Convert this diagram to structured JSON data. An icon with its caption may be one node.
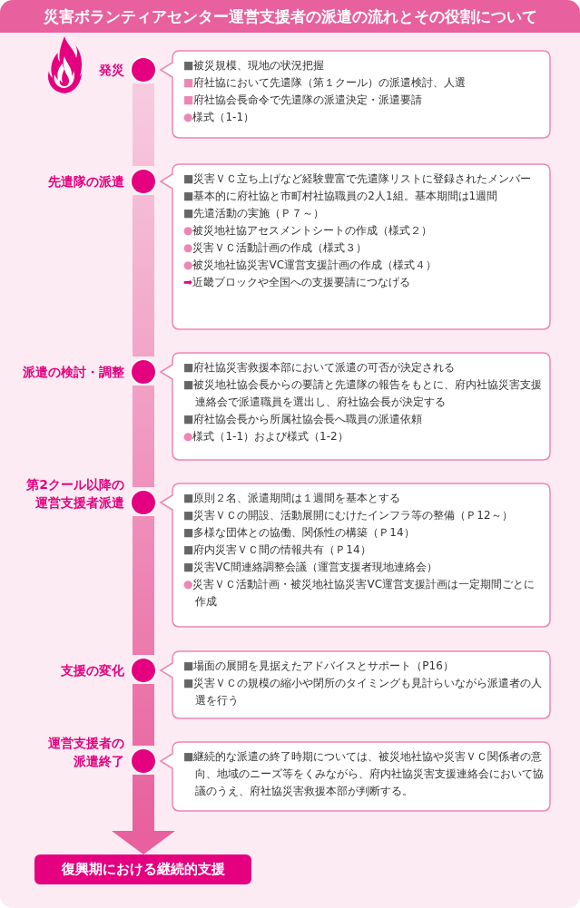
{
  "diagram": {
    "title": "災害ボランティアセンター運営支援者の派遣の流れとその役割について",
    "nodes": [
      {
        "text": [],
        "shape": "circle",
        "beside": [
          "発災"
        ]
      },
      {
        "text": [
          "■被災規模、現地の状況把握",
          "■府社協において先遣隊（第１クール）の派遣検討、人選",
          "■府社協会長命令で先遣隊の派遣決定・派遣要請",
          "●様式（1-1）"
        ]
      },
      {
        "text": [],
        "shape": "circle",
        "beside": [
          "先遣隊の派遣"
        ]
      },
      {
        "text": [
          "■災害ＶＣ立ち上げなど経験豊富で先遣隊リストに登録されたメンバー",
          "■基本的に府社協と市町村社協職員の2人1組。基本期間は1週間",
          "■先遣活動の実施（Ｐ７～）",
          "●被災地社協アセスメントシートの作成（様式２）",
          "●災害ＶＣ活動計画の作成（様式３）",
          "●被災地社協災害VC運営支援計画の作成（様式４）",
          "➡近畿ブロックや全国への支援要請につなげる"
        ]
      },
      {
        "text": [],
        "shape": "circle",
        "beside": [
          "派遣の検討・調整"
        ]
      },
      {
        "text": [
          "■府社協災害救援本部において派遣の可否が決定される",
          "■被災地社協会長からの要請と先遣隊の報告をもとに、府内社協災害支援連絡会で派遣職員を選出し、府社協会長が決定する",
          "■府社協会長から所属社協会長へ職員の派遣依頼",
          "●様式（1-1）および様式（1-2）"
        ]
      },
      {
        "text": [],
        "shape": "circle",
        "beside": [
          "第2クール以降の運営支援者派遣"
        ]
      },
      {
        "text": [
          "■原則２名、派遣期間は１週間を基本とする",
          "■災害ＶＣの開設、活動展開にむけたインフラ等の整備（Ｐ12～）",
          "■多様な団体との協働、関係性の構築（Ｐ14）",
          "■府内災害ＶＣ間の情報共有（Ｐ14）",
          "■災害VC間連絡調整会議（運営支援者現地連絡会）",
          "●災害ＶＣ活動計画・被災地社協災害VC運営支援計画は一定期間ごとに作成"
        ]
      },
      {
        "text": [],
        "shape": "circle",
        "beside": [
          "支援の変化"
        ]
      },
      {
        "text": [
          "■場面の展開を見据えたアドバイスとサポート（P16）",
          "■災害ＶＣの規模の縮小や閉所のタイミングも見計らいながら派遣者の人選を行う"
        ]
      },
      {
        "text": [],
        "shape": "circle",
        "beside": [
          "運営支援者の派遣終了"
        ]
      },
      {
        "text": [
          "■継続的な派遣の終了時期については、被災地社協や災害ＶＣ関係者の意向、地域のニーズ等をくみながら、府内社協災害支援連絡会において協議のうえ、府社協災害救援本部が判断する。"
        ]
      },
      {
        "text": [
          "復興期における継続的支援"
        ]
      }
    ],
    "edges": [
      {
        "from": 0,
        "to": 2,
        "arrow": "none"
      },
      {
        "from": 2,
        "to": 4,
        "arrow": "none"
      },
      {
        "from": 4,
        "to": 6,
        "arrow": "none"
      },
      {
        "from": 6,
        "to": 8,
        "arrow": "none"
      },
      {
        "from": 8,
        "to": 10,
        "arrow": "none"
      },
      {
        "from": 10,
        "to": 12,
        "arrow": "to"
      }
    ]
  }
}
